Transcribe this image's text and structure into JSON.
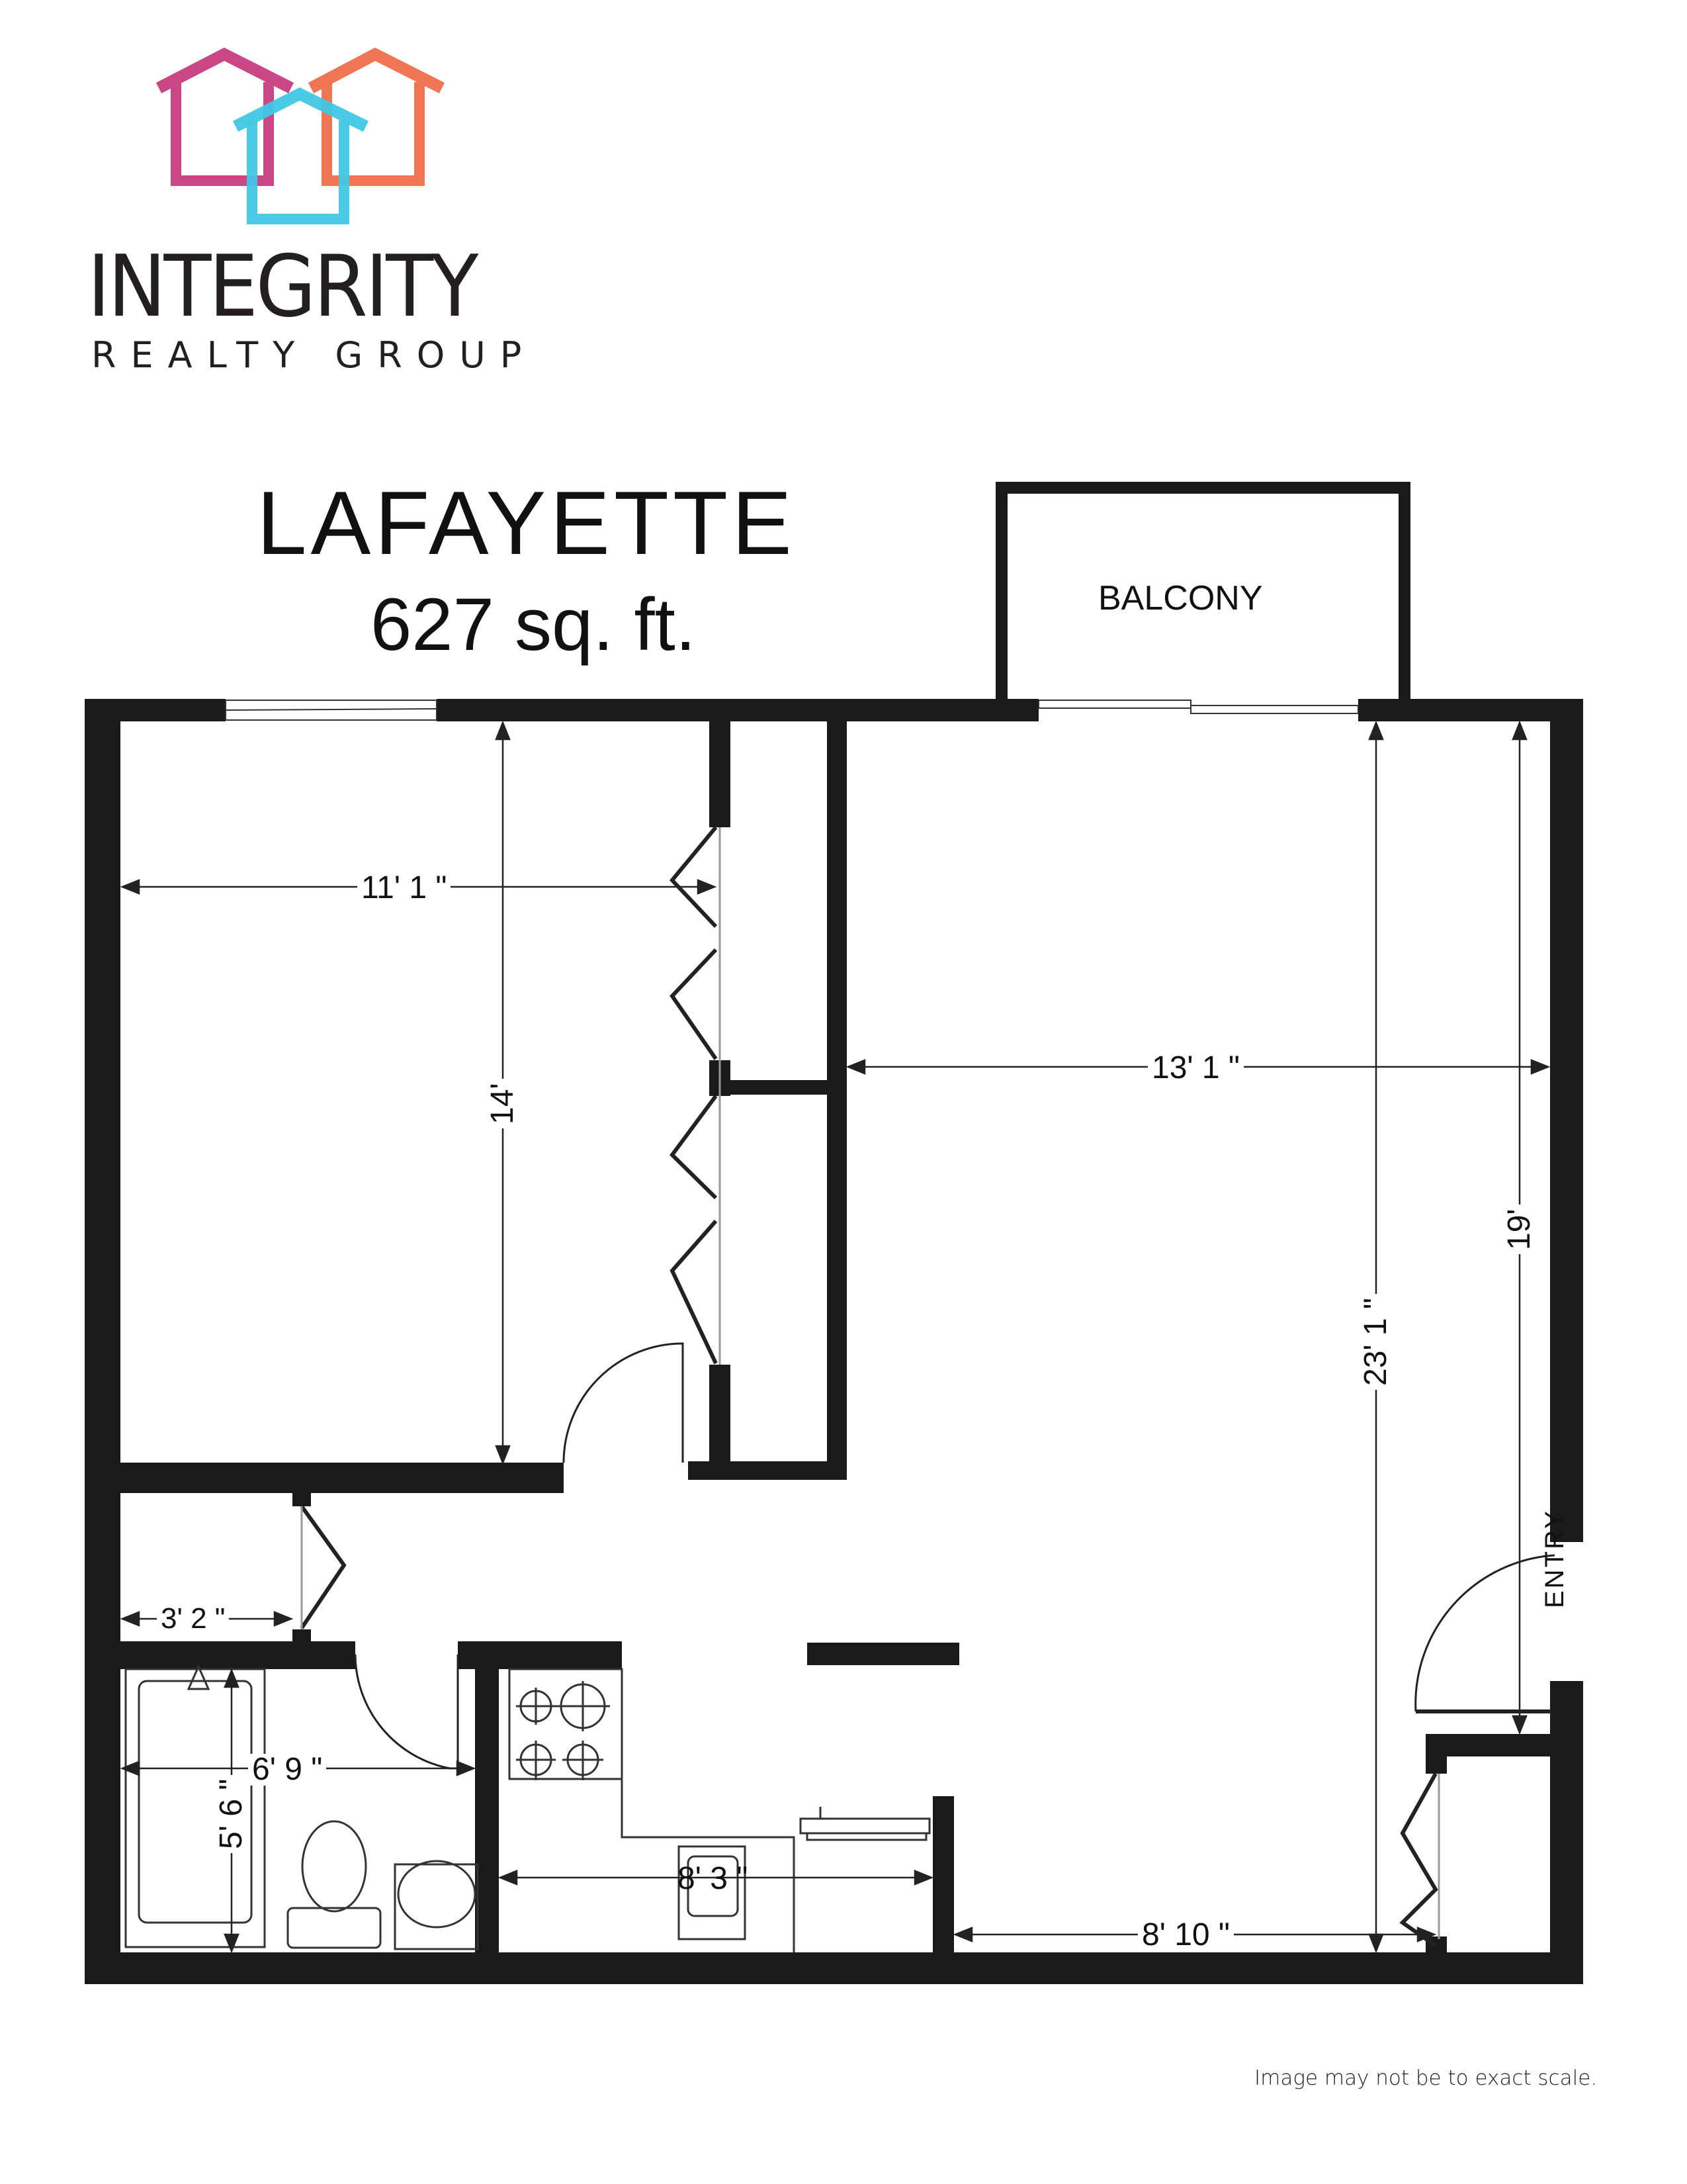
{
  "brand": {
    "name": "INTEGRITY",
    "subtitle": "REALTY GROUP",
    "logo_colors": {
      "magenta": "#c94785",
      "orange": "#f07552",
      "cyan": "#41c7e4"
    },
    "logo_icon": "three-houses-icon"
  },
  "plan": {
    "name": "LAFAYETTE",
    "area": "627 sq. ft."
  },
  "rooms": {
    "balcony": "BALCONY",
    "entry": "ENTRY"
  },
  "dimensions": {
    "bedroom_width": "11' 1 \"",
    "bedroom_depth": "14'",
    "living_width": "13' 1 \"",
    "living_depth_total": "23' 1 \"",
    "living_depth": "19'",
    "closet_width": "3' 2 \"",
    "bath_width": "6' 9 \"",
    "bath_depth": "5' 6 \"",
    "kitchen_width": "8' 3 \"",
    "dining_width": "8' 10 \""
  },
  "footer": {
    "disclaimer": "Image may not be to exact scale."
  },
  "colors": {
    "wall": "#1a1a1a",
    "background": "#ffffff"
  }
}
